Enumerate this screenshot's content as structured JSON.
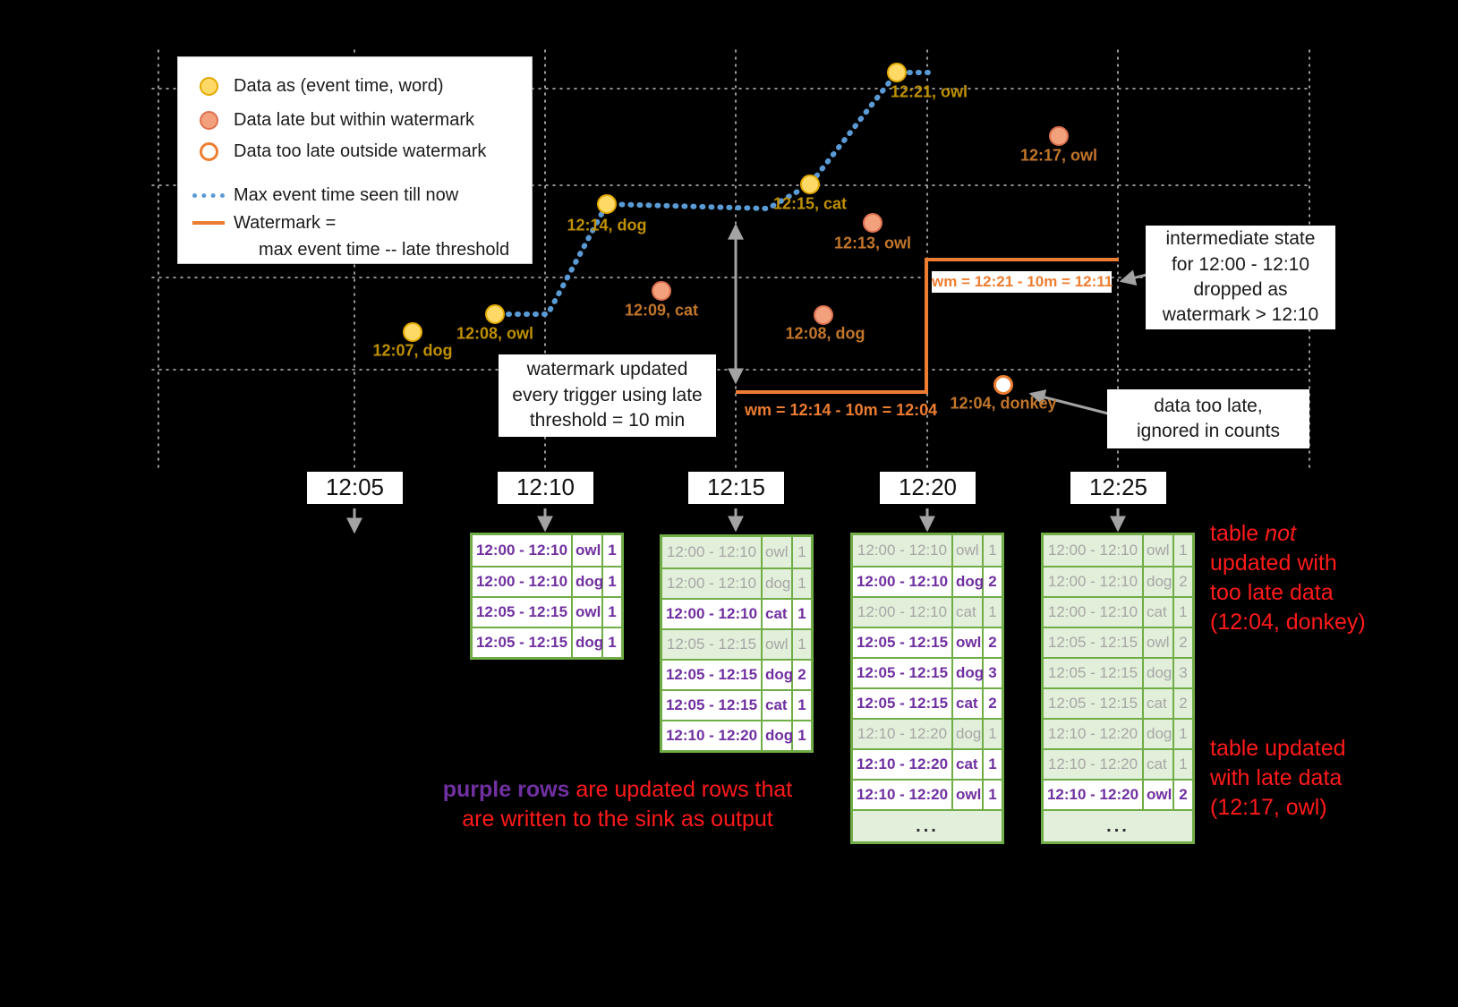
{
  "colors": {
    "background": "#000000",
    "grid": "#e0e0e0",
    "on-time-fill": "#FFD966",
    "on-time-stroke": "#E2A900",
    "late-fill": "#F2A17C",
    "late-stroke": "#DD7050",
    "too-late-fill": "#FFFFFF",
    "max-event-line": "#5B9BD5",
    "watermark-line": "#ED7D31",
    "label-on-time": "#BF9000",
    "label-late": "#C2762B",
    "table-border": "#70AD47",
    "row-updated-text": "#7030A0",
    "row-stale-text": "#A6A6A6",
    "row-stale-bg": "#E2EFDA",
    "note-red": "#FF1A1A",
    "arrow-gray": "#A3A3A3",
    "callout-text": "#1A1A1A"
  },
  "legend": {
    "item_on_time": "Data as (event time, word)",
    "item_late": "Data late but within watermark",
    "item_too_late": "Data too late outside watermark",
    "item_max_event": "Max event time seen till now",
    "item_watermark_1": "Watermark =",
    "item_watermark_2": "max event time -- late threshold"
  },
  "points": [
    {
      "kind": "on_time",
      "label": "12:07, dog"
    },
    {
      "kind": "on_time",
      "label": "12:08, owl"
    },
    {
      "kind": "on_time",
      "label": "12:14, dog"
    },
    {
      "kind": "on_time",
      "label": "12:15, cat"
    },
    {
      "kind": "on_time",
      "label": "12:21, owl"
    },
    {
      "kind": "late",
      "label": "12:09, cat"
    },
    {
      "kind": "late",
      "label": "12:13, owl"
    },
    {
      "kind": "late",
      "label": "12:08, dog"
    },
    {
      "kind": "late",
      "label": "12:17, owl"
    },
    {
      "kind": "too_late",
      "label": "12:04, donkey"
    }
  ],
  "watermark": {
    "label_1": "wm = 12:14 - 10m = 12:04",
    "label_2": "wm = 12:21 - 10m = 12:11"
  },
  "callouts": {
    "trigger_update": "watermark updated\nevery trigger using late\nthreshold = 10 min",
    "state_dropped": "intermediate state\nfor 12:00 - 12:10\ndropped as\nwatermark > 12:10",
    "too_late": "data too late,\nignored in counts"
  },
  "axis": {
    "times": [
      "12:05",
      "12:10",
      "12:15",
      "12:20",
      "12:25"
    ]
  },
  "tables": [
    {
      "rows": [
        {
          "window": "12:00 - 12:10",
          "word": "owl",
          "count": "1",
          "updated": true
        },
        {
          "window": "12:00 - 12:10",
          "word": "dog",
          "count": "1",
          "updated": true
        },
        {
          "window": "12:05 - 12:15",
          "word": "owl",
          "count": "1",
          "updated": true
        },
        {
          "window": "12:05 - 12:15",
          "word": "dog",
          "count": "1",
          "updated": true
        }
      ]
    },
    {
      "rows": [
        {
          "window": "12:00 - 12:10",
          "word": "owl",
          "count": "1",
          "updated": false
        },
        {
          "window": "12:00 - 12:10",
          "word": "dog",
          "count": "1",
          "updated": false
        },
        {
          "window": "12:00 - 12:10",
          "word": "cat",
          "count": "1",
          "updated": true
        },
        {
          "window": "12:05 - 12:15",
          "word": "owl",
          "count": "1",
          "updated": false
        },
        {
          "window": "12:05 - 12:15",
          "word": "dog",
          "count": "2",
          "updated": true
        },
        {
          "window": "12:05 - 12:15",
          "word": "cat",
          "count": "1",
          "updated": true
        },
        {
          "window": "12:10 - 12:20",
          "word": "dog",
          "count": "1",
          "updated": true
        }
      ]
    },
    {
      "ellipsis": "...",
      "rows": [
        {
          "window": "12:00 - 12:10",
          "word": "owl",
          "count": "1",
          "updated": false
        },
        {
          "window": "12:00 - 12:10",
          "word": "dog",
          "count": "2",
          "updated": true
        },
        {
          "window": "12:00 - 12:10",
          "word": "cat",
          "count": "1",
          "updated": false
        },
        {
          "window": "12:05 - 12:15",
          "word": "owl",
          "count": "2",
          "updated": true
        },
        {
          "window": "12:05 - 12:15",
          "word": "dog",
          "count": "3",
          "updated": true
        },
        {
          "window": "12:05 - 12:15",
          "word": "cat",
          "count": "2",
          "updated": true
        },
        {
          "window": "12:10 - 12:20",
          "word": "dog",
          "count": "1",
          "updated": false
        },
        {
          "window": "12:10 - 12:20",
          "word": "cat",
          "count": "1",
          "updated": true
        },
        {
          "window": "12:10 - 12:20",
          "word": "owl",
          "count": "1",
          "updated": true
        }
      ]
    },
    {
      "ellipsis": "...",
      "rows": [
        {
          "window": "12:00 - 12:10",
          "word": "owl",
          "count": "1",
          "updated": false
        },
        {
          "window": "12:00 - 12:10",
          "word": "dog",
          "count": "2",
          "updated": false
        },
        {
          "window": "12:00 - 12:10",
          "word": "cat",
          "count": "1",
          "updated": false
        },
        {
          "window": "12:05 - 12:15",
          "word": "owl",
          "count": "2",
          "updated": false
        },
        {
          "window": "12:05 - 12:15",
          "word": "dog",
          "count": "3",
          "updated": false
        },
        {
          "window": "12:05 - 12:15",
          "word": "cat",
          "count": "2",
          "updated": false
        },
        {
          "window": "12:10 - 12:20",
          "word": "dog",
          "count": "1",
          "updated": false
        },
        {
          "window": "12:10 - 12:20",
          "word": "cat",
          "count": "1",
          "updated": false
        },
        {
          "window": "12:10 - 12:20",
          "word": "owl",
          "count": "2",
          "updated": true
        }
      ]
    }
  ],
  "notes": {
    "purple_highlight": "purple rows",
    "purple_rest": " are updated rows that\nare written to the sink as output",
    "not_updated_pre": "table ",
    "not_updated_italic": "not",
    "not_updated_post": "\nupdated with\ntoo late data\n(12:04, donkey)",
    "updated": "table updated\nwith late data\n(12:17, owl)"
  }
}
